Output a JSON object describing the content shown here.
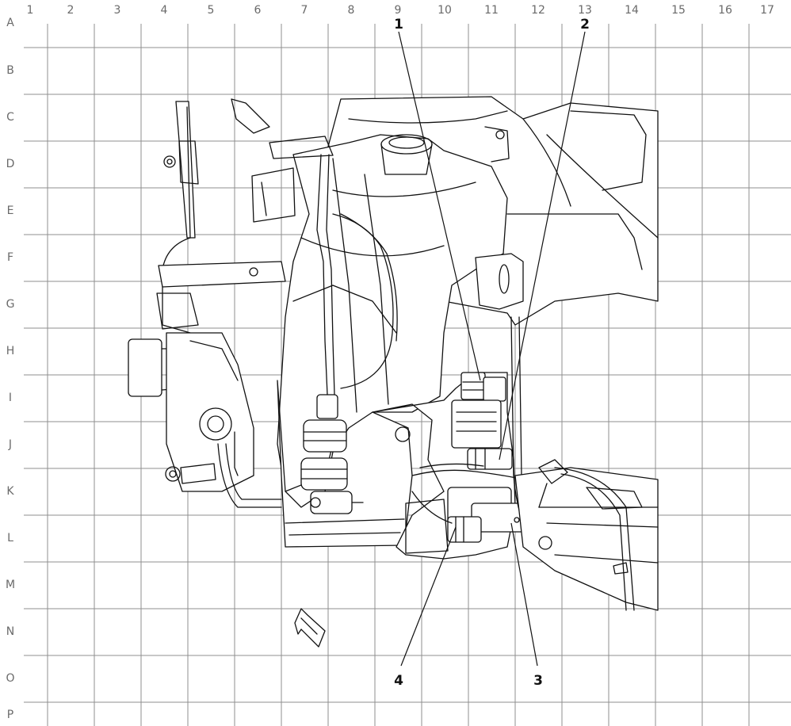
{
  "grid": {
    "columns": [
      "1",
      "2",
      "3",
      "4",
      "5",
      "6",
      "7",
      "8",
      "9",
      "10",
      "11",
      "12",
      "13",
      "14",
      "15",
      "16",
      "17"
    ],
    "rows": [
      "A",
      "B",
      "C",
      "D",
      "E",
      "F",
      "G",
      "H",
      "I",
      "J",
      "K",
      "L",
      "M",
      "N",
      "O",
      "P"
    ]
  },
  "callouts": [
    {
      "id": "callout-1",
      "label": "1"
    },
    {
      "id": "callout-2",
      "label": "2"
    },
    {
      "id": "callout-3",
      "label": "3"
    },
    {
      "id": "callout-4",
      "label": "4"
    }
  ],
  "colors": {
    "line": "#111111",
    "grid": "#8f8f8f",
    "label": "#6a6a6a"
  },
  "icons": {
    "orientation_arrow": "forward-arrow-icon"
  }
}
